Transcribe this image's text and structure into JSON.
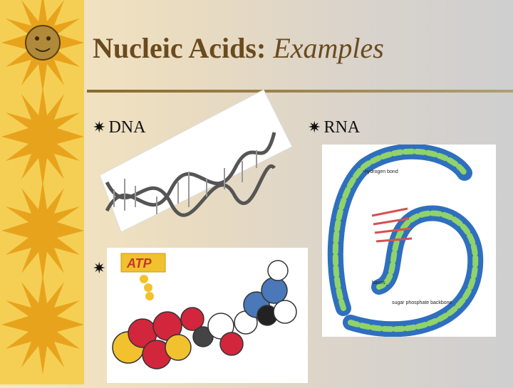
{
  "slide": {
    "title_main": "Nucleic Acids:",
    "title_italic": "Examples",
    "bullets": [
      {
        "id": "dna",
        "label": "DNA"
      },
      {
        "id": "rna",
        "label": "RNA"
      },
      {
        "id": "atp",
        "label": ""
      }
    ],
    "bullet_glyph": "✷",
    "atp_sign": "ATP",
    "rna_labels": {
      "hydrogen_bond": "hydrogen bond",
      "bases": "bases",
      "backbone": "sugar phosphate backbone"
    }
  },
  "colors": {
    "strip": "#f4cf54",
    "sun": "#e8a31c",
    "title": "#6b4a1e"
  }
}
